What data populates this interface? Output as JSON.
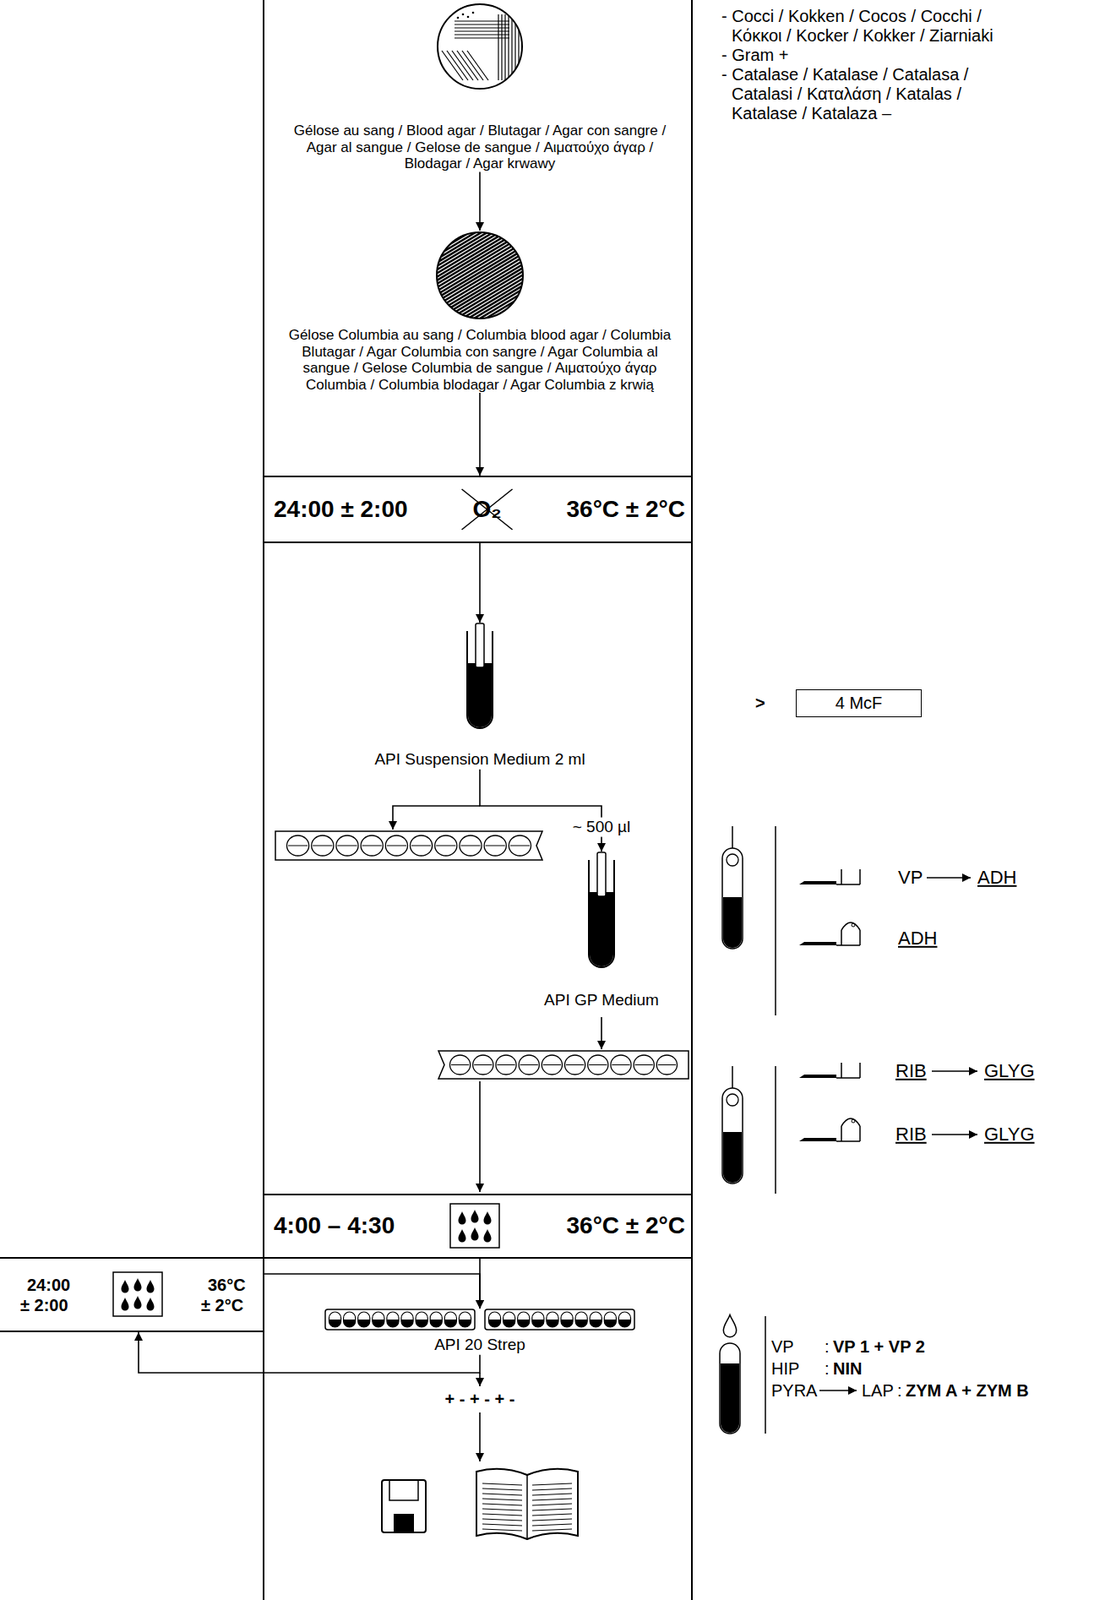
{
  "diagram": {
    "nodes": [
      {
        "text": [
          "Gélose au sang / Blood agar / Blutagar / Agar con sangre / Agar al sangue / Gelose de sangue / Αιματούχο άγαρ / Blodagar / Agar krwawy"
        ]
      },
      {
        "text": [
          "Gélose Columbia au sang / Columbia blood agar / Columbia Blutagar / Agar Columbia con sangre / Agar Columbia al sangue / Gelose Columbia de sangue / Αιματούχο άγαρ Columbia / Columbia blodagar / Agar Columbia z krwią"
        ]
      },
      {
        "text": [
          "24:00 ± 2:00",
          "O₂",
          "36°C ± 2°C"
        ]
      },
      {
        "text": [
          "API Suspension Medium 2 ml"
        ]
      },
      {
        "text": [
          "4 McF"
        ]
      },
      {
        "text": [
          "API GP Medium"
        ]
      },
      {
        "text": [
          "4:00 – 4:30",
          "36°C ± 2°C"
        ]
      },
      {
        "text": [
          "24:00 ± 2:00",
          "36°C ± 2°C"
        ]
      },
      {
        "text": [
          "API 20 Strep"
        ]
      }
    ],
    "edges": [
      {
        "from": 0,
        "to": 1,
        "arrow": "to"
      },
      {
        "from": 1,
        "to": 2,
        "arrow": "to"
      },
      {
        "from": 2,
        "to": 3,
        "arrow": "to"
      },
      {
        "from": 3,
        "to": 5,
        "label": "~ 500 µl",
        "arrow": "to"
      },
      {
        "from": 6,
        "to": 8,
        "arrow": "to"
      },
      {
        "from": 7,
        "to": 8,
        "arrow": "to"
      },
      {
        "from": 8,
        "to": 7,
        "arrow": "to"
      }
    ],
    "labels": [
      "- Cocci / Kokken / Cocos / Cocchi / Κόκκοι / Kocker / Kokker / Ziarniaki",
      "- Gram +",
      "- Catalase / Katalase / Catalasa / Catalasi / Καταλάση / Katalas / Katalase / Katalaza –",
      ">",
      "VP",
      "ADH",
      "ADH",
      "RIB",
      "GLYG",
      "RIB",
      "GLYG",
      "VP",
      ":",
      "VP 1 + VP 2",
      "HIP",
      ":",
      "NIN",
      "PYRA",
      "LAP",
      ":",
      "ZYM A + ZYM B",
      "+ - + - + -"
    ]
  }
}
